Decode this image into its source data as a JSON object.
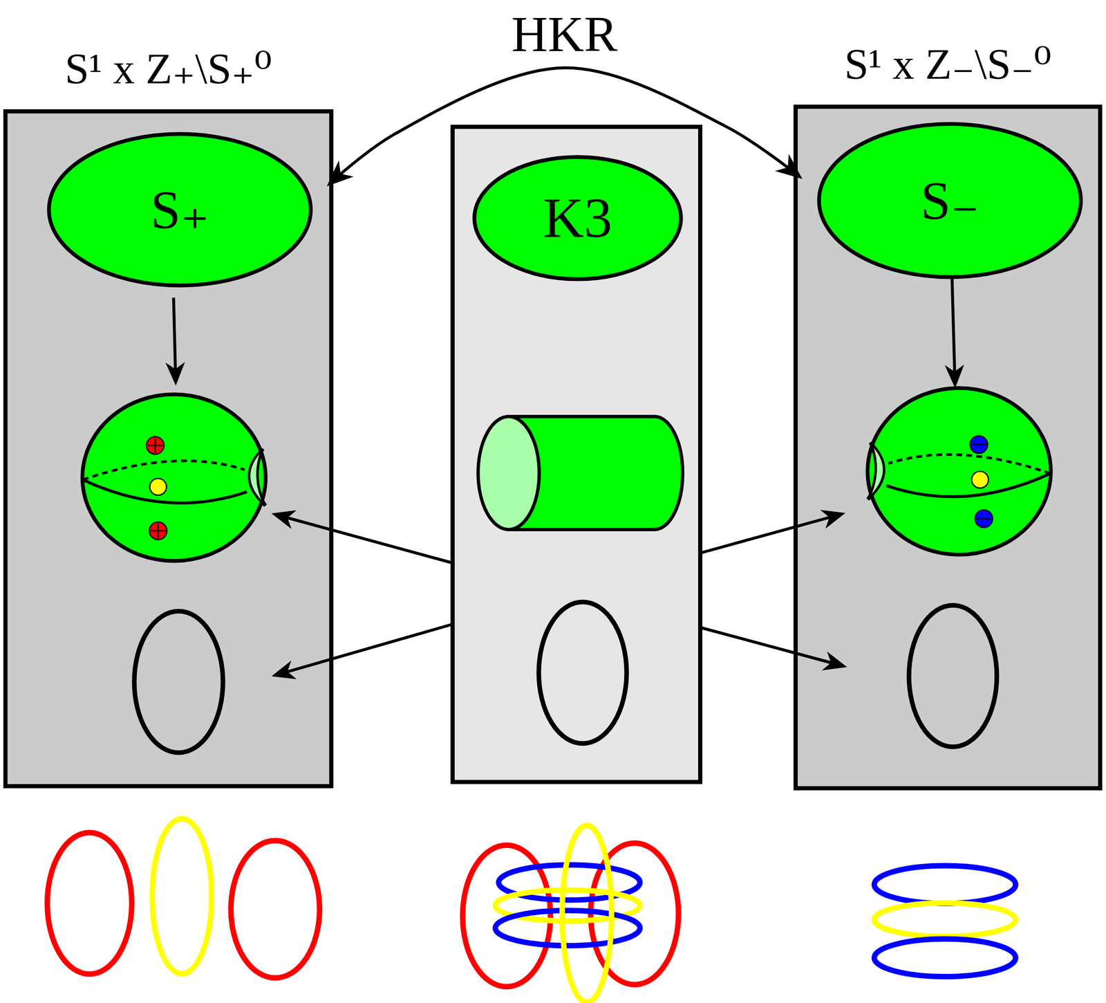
{
  "diagram": {
    "nodes": [
      {
        "text": [
          "S¹ x Z₊\\S₊⁰"
        ]
      },
      {
        "text": [
          "S₊"
        ],
        "in": 0
      },
      {
        "text": [
          "K3"
        ]
      },
      {
        "text": [
          "S¹ x Z₋\\S₋⁰"
        ]
      },
      {
        "text": [
          "S₋"
        ],
        "in": 3
      }
    ],
    "edges": [
      {
        "from": 0,
        "to": 3,
        "label": "HKR",
        "arrow": "both"
      }
    ]
  }
}
